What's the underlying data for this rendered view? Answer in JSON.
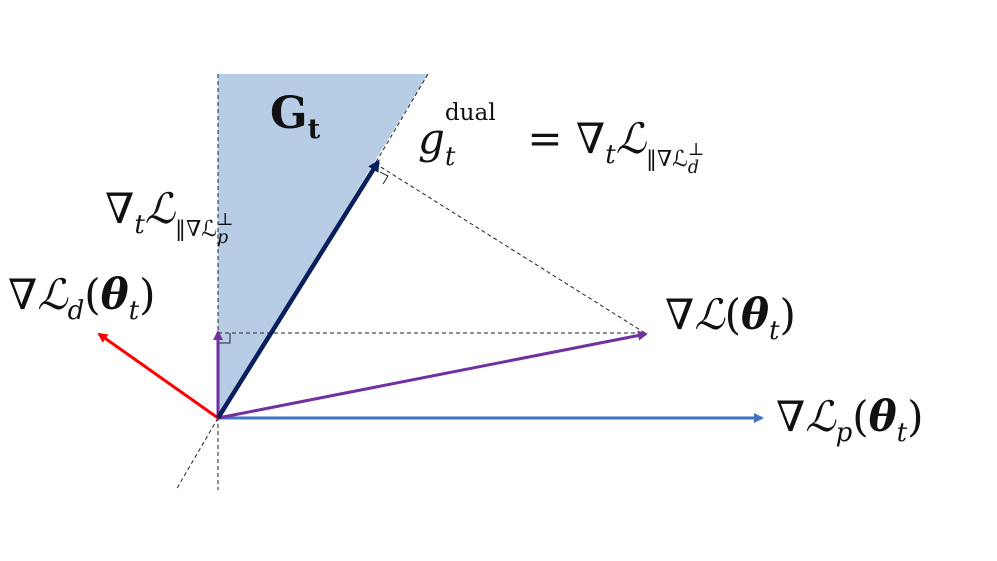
{
  "region": {
    "label_main": "G",
    "label_sub": "t",
    "fill_color": "#b7cde5"
  },
  "labels": {
    "g_dual": {
      "base": "g",
      "sub": "t",
      "sup": "dual",
      "rhs": "= ∇",
      "rhs_sub": "t",
      "rhs_cal": "ℒ",
      "rhs_sub2": "‖∇ℒ",
      "rhs_sub3": "d",
      "rhs_sup3": "⊥"
    },
    "proj_p": {
      "nabla": "∇",
      "sub": "t",
      "cal": "ℒ",
      "sub2": "‖∇ℒ",
      "sub3": "p",
      "sup3": "⊥"
    },
    "grad_d": {
      "nabla": "∇",
      "cal": "ℒ",
      "sub": "d",
      "open": "(",
      "theta": "θ",
      "theta_sub": "t",
      "close": ")"
    },
    "grad_total": {
      "nabla": "∇",
      "cal": "ℒ",
      "open": "(",
      "theta": "θ",
      "theta_sub": "t",
      "close": ")"
    },
    "grad_p": {
      "nabla": "∇",
      "cal": "ℒ",
      "sub": "p",
      "open": "(",
      "theta": "θ",
      "theta_sub": "t",
      "close": ")"
    }
  },
  "colors": {
    "grad_p_arrow": "#4472c4",
    "grad_total_arrow": "#7030a0",
    "grad_d_arrow": "#ff0000",
    "dual_arrow": "#0b1f5c",
    "perp_arrow": "#7030a0",
    "dashed": "#222222"
  }
}
